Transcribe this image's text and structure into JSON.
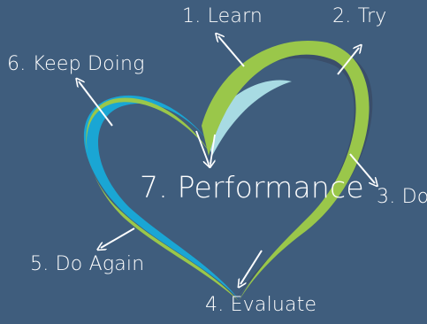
{
  "diagram": {
    "colors": {
      "background": "#3f5d7d",
      "heart_green": "#9ac74a",
      "heart_blue": "#1aa6d4",
      "heart_light_blue": "#a8dbe3",
      "heart_shadow": "#3a4e6a",
      "text": "#ffffff"
    },
    "steps": [
      {
        "label": "1. Learn"
      },
      {
        "label": "2. Try"
      },
      {
        "label": "3. Do"
      },
      {
        "label": "4. Evaluate"
      },
      {
        "label": "5. Do Again"
      },
      {
        "label": "6. Keep Doing"
      }
    ],
    "center": {
      "label": "7. Performance"
    }
  }
}
